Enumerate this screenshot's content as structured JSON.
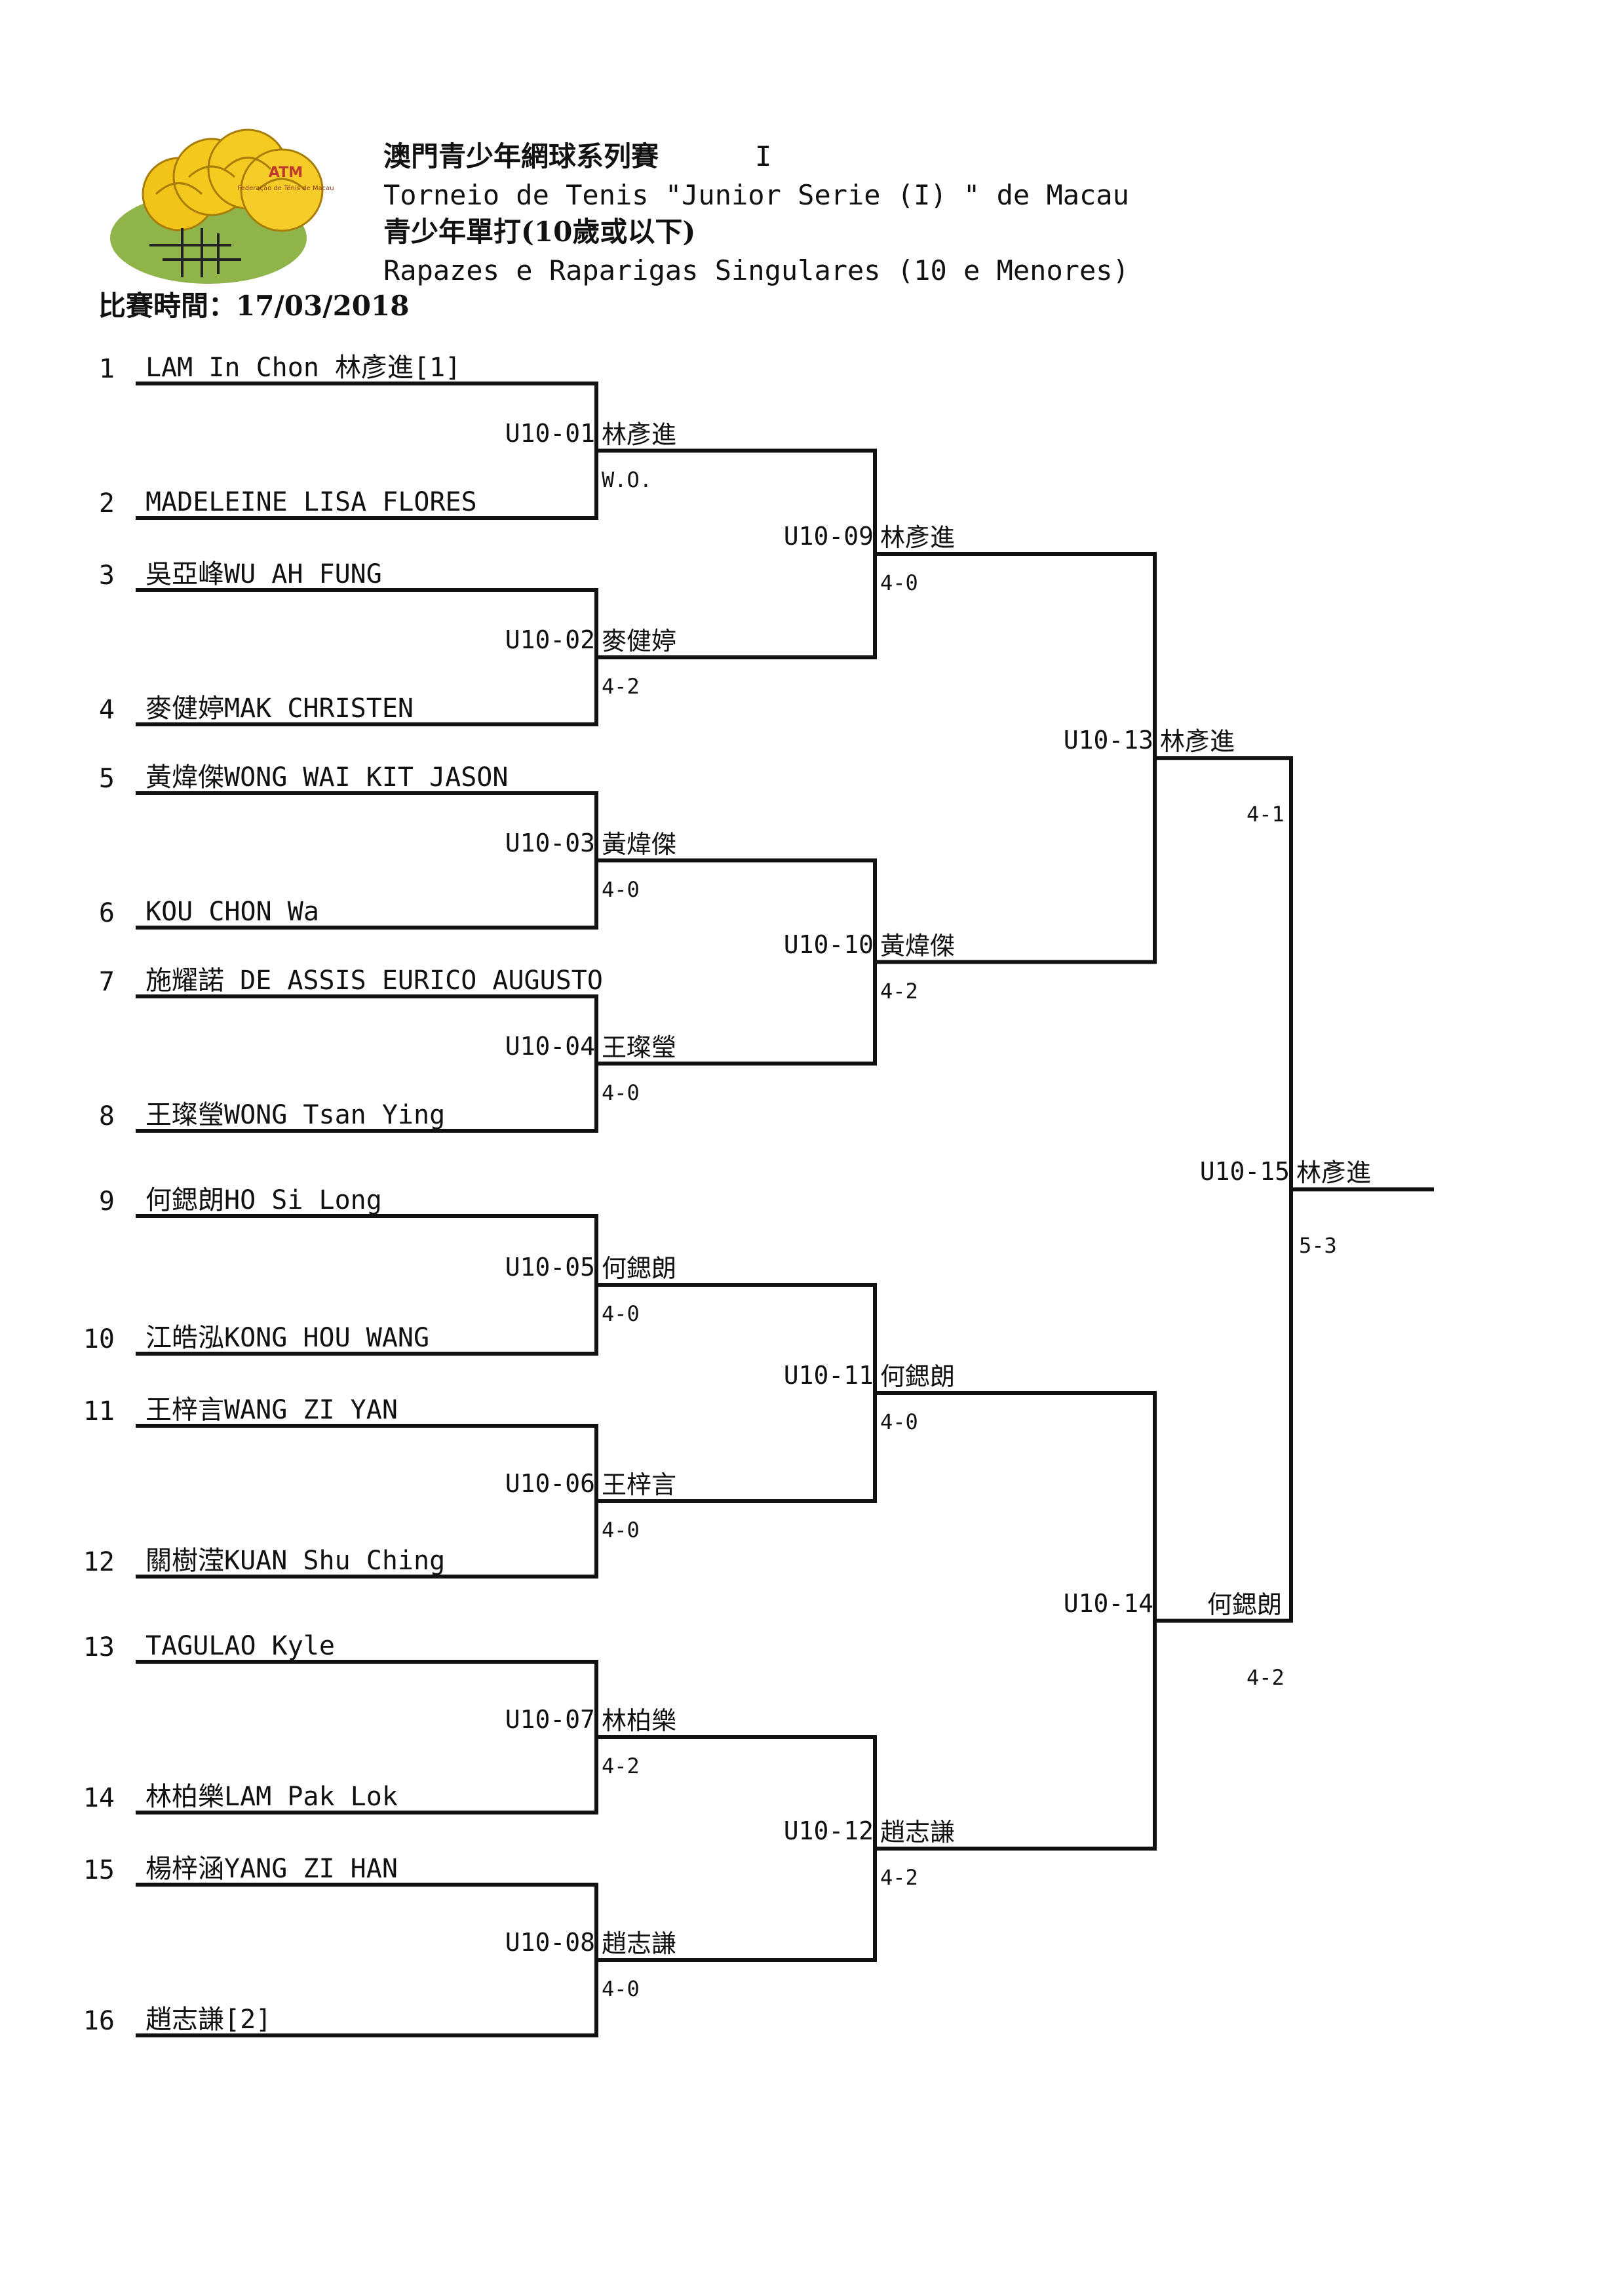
{
  "header": {
    "title_zh": "澳門青少年網球系列賽",
    "series_mark": "I",
    "title_pt": "Torneio de Tenis \"Junior Serie  (I) \" de Macau",
    "category_zh": "青少年單打(10歲或以下)",
    "category_pt": "Rapazes e  Raparigas Singulares  (10 e Menores)",
    "date_label": "比賽時間：17/03/2018"
  },
  "logo": {
    "text": "Federação de Ténis de Macau"
  },
  "players": [
    {
      "num": "1",
      "name": "LAM In Chon 林彥進[1]"
    },
    {
      "num": "2",
      "name": "MADELEINE LISA FLORES"
    },
    {
      "num": "3",
      "name": "吳亞峰WU AH FUNG"
    },
    {
      "num": "4",
      "name": "麥健婷MAK CHRISTEN"
    },
    {
      "num": "5",
      "name": "黃煒傑WONG WAI KIT JASON"
    },
    {
      "num": "6",
      "name": "KOU CHON Wa"
    },
    {
      "num": "7",
      "name": "施耀諾 DE ASSIS EURICO AUGUSTO"
    },
    {
      "num": "8",
      "name": "王璨瑩WONG Tsan Ying"
    },
    {
      "num": "9",
      "name": "何鍶朗HO Si Long"
    },
    {
      "num": "10",
      "name": "江皓泓KONG HOU WANG"
    },
    {
      "num": "11",
      "name": "王梓言WANG ZI YAN"
    },
    {
      "num": "12",
      "name": "關樹滢KUAN Shu Ching"
    },
    {
      "num": "13",
      "name": "TAGULAO Kyle"
    },
    {
      "num": "14",
      "name": "林柏樂LAM Pak Lok"
    },
    {
      "num": "15",
      "name": "楊梓涵YANG ZI HAN"
    },
    {
      "num": "16",
      "name": "趙志謙[2]"
    }
  ],
  "matches": [
    {
      "id": "U10-01",
      "winner": "林彥進",
      "score": "W.O."
    },
    {
      "id": "U10-02",
      "winner": "麥健婷",
      "score": "4-2"
    },
    {
      "id": "U10-03",
      "winner": "黃煒傑",
      "score": "4-0"
    },
    {
      "id": "U10-04",
      "winner": "王璨瑩",
      "score": "4-0"
    },
    {
      "id": "U10-05",
      "winner": "何鍶朗",
      "score": "4-0"
    },
    {
      "id": "U10-06",
      "winner": "王梓言",
      "score": "4-0"
    },
    {
      "id": "U10-07",
      "winner": "林柏樂",
      "score": "4-2"
    },
    {
      "id": "U10-08",
      "winner": "趙志謙",
      "score": "4-0"
    },
    {
      "id": "U10-09",
      "winner": "林彥進",
      "score": "4-0"
    },
    {
      "id": "U10-10",
      "winner": "黃煒傑",
      "score": "4-2"
    },
    {
      "id": "U10-11",
      "winner": "何鍶朗",
      "score": "4-0"
    },
    {
      "id": "U10-12",
      "winner": "趙志謙",
      "score": "4-2"
    },
    {
      "id": "U10-13",
      "winner": "林彥進",
      "score": "4-1"
    },
    {
      "id": "U10-14",
      "winner": "何鍶朗",
      "score": "4-2"
    },
    {
      "id": "U10-15",
      "winner": "林彥進",
      "score": "5-3"
    }
  ]
}
